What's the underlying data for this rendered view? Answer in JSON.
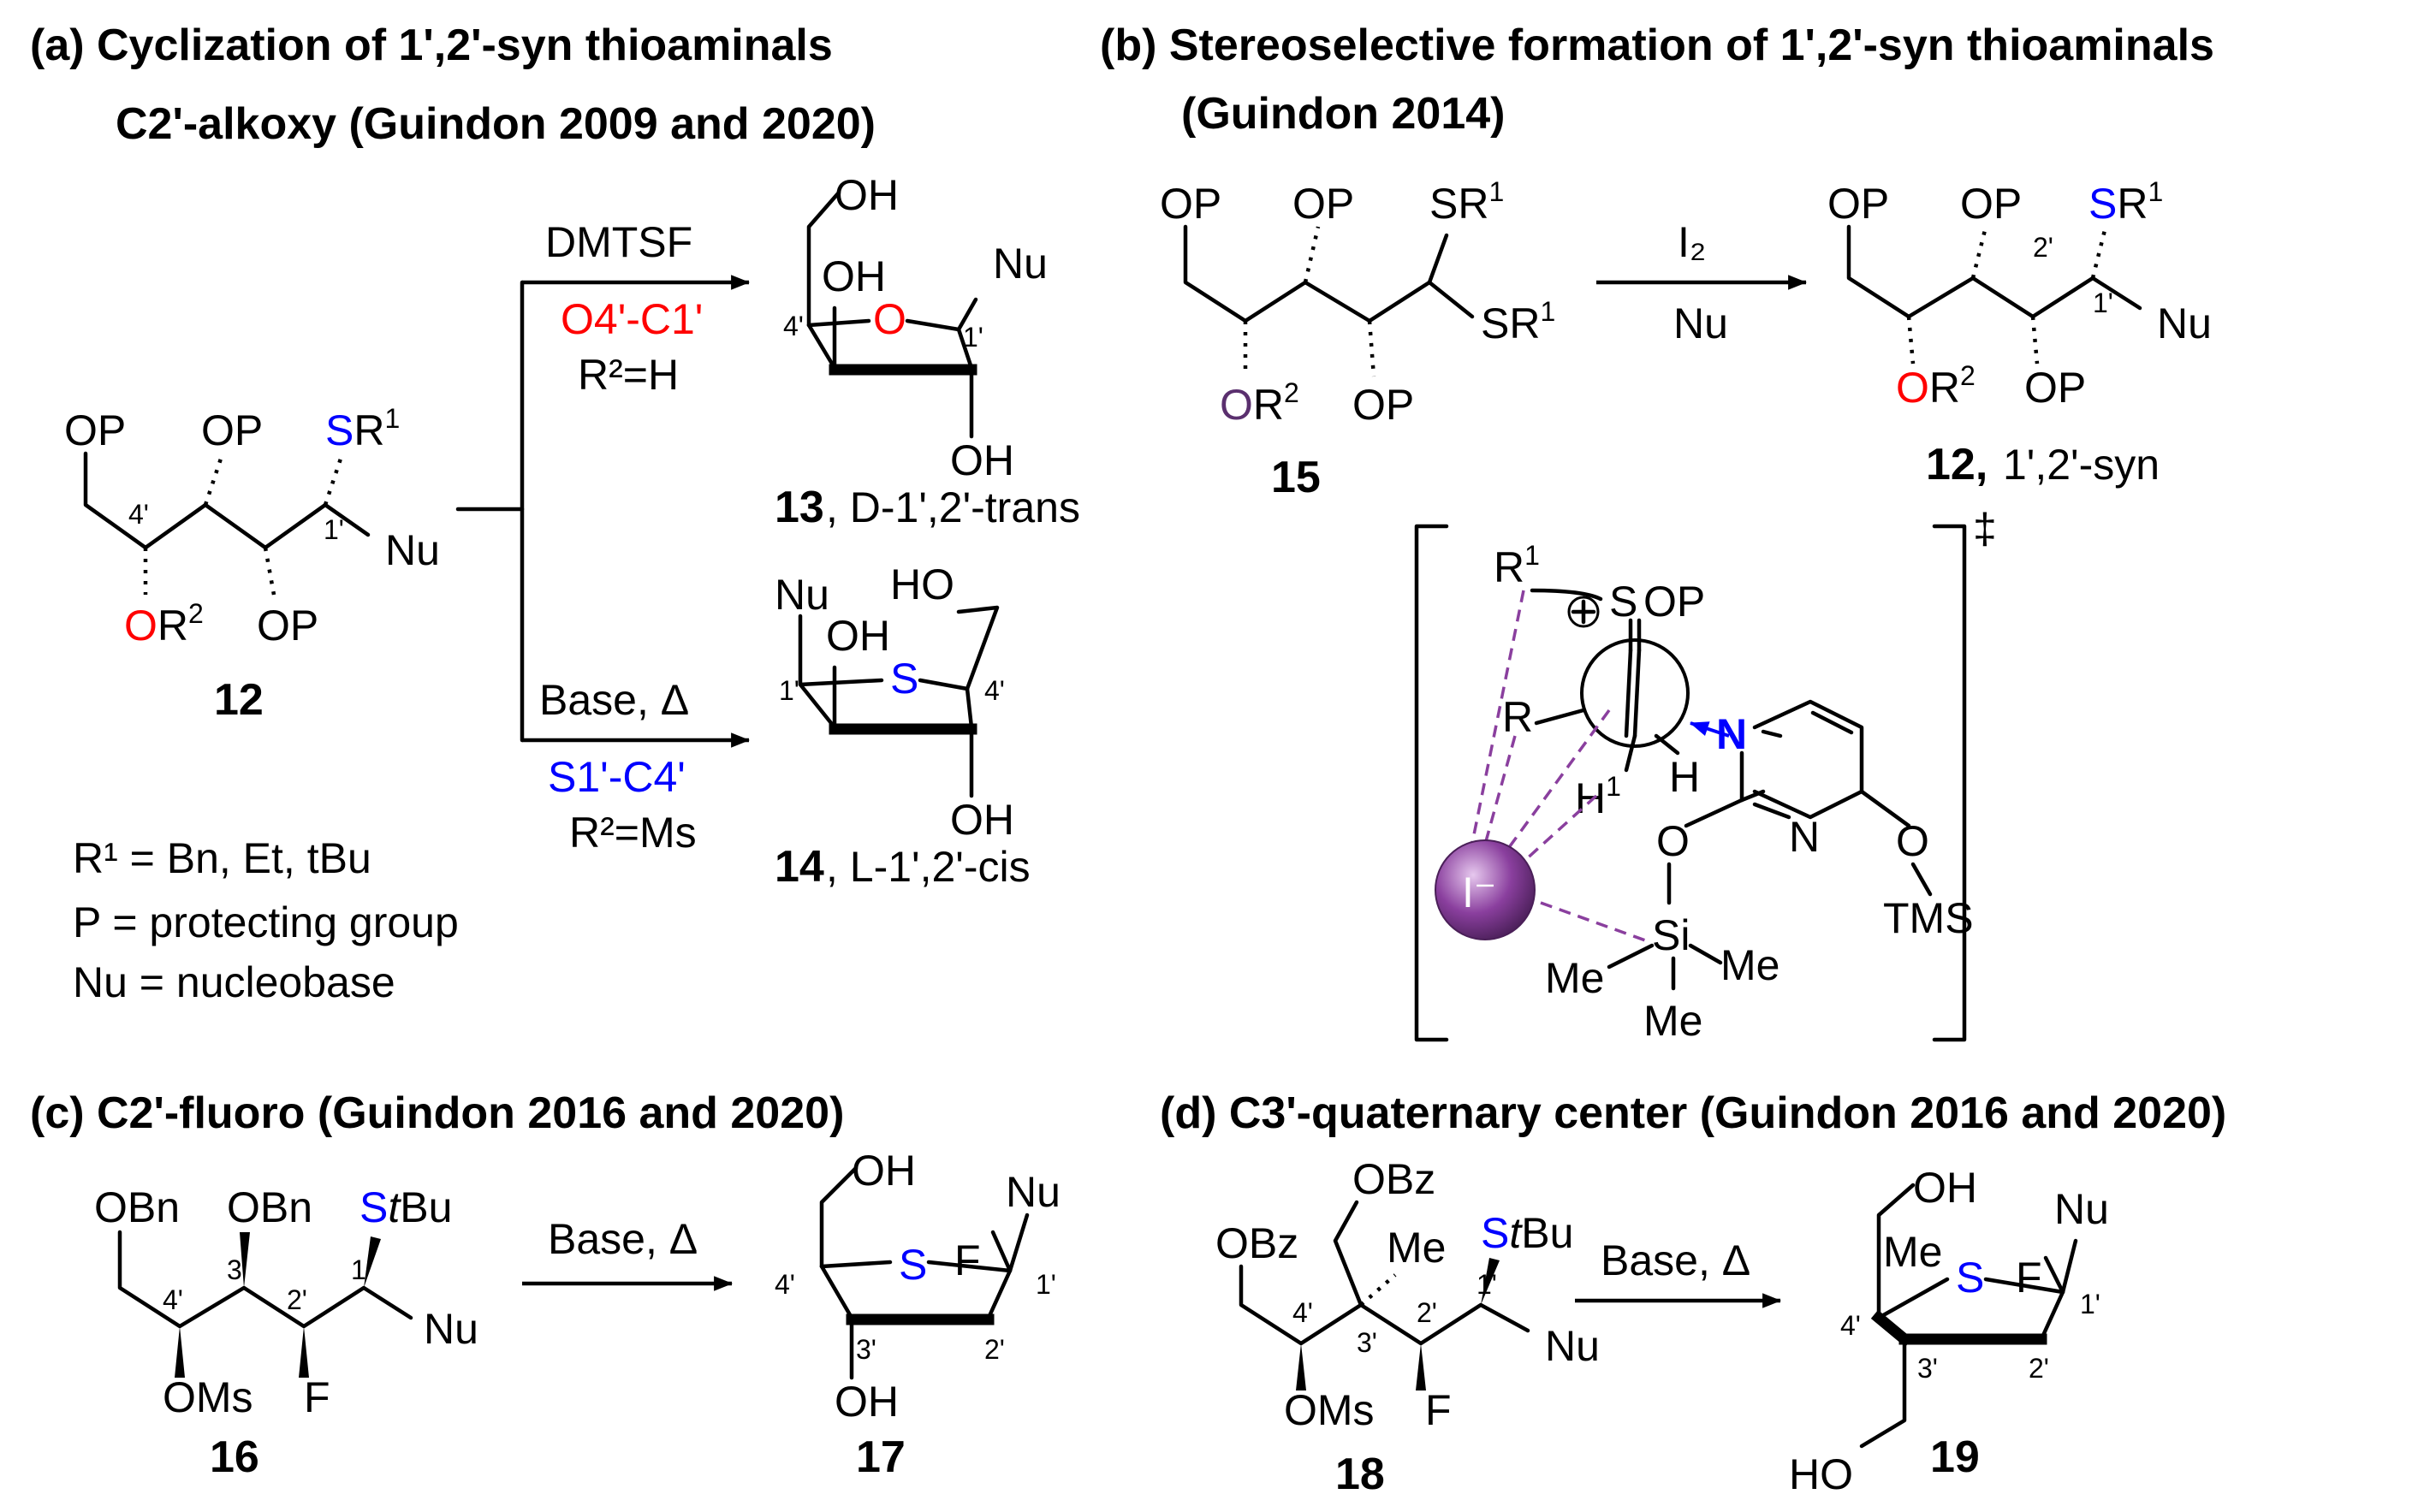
{
  "colors": {
    "red": "#ff0000",
    "blue": "#0000ff",
    "purple": "#5a2f6e",
    "iodide": "#8a3f9e"
  },
  "panels": {
    "a": {
      "title_1": "(a) Cyclization of 1',2'-syn thioaminals",
      "title_2": "C2'-alkoxy (Guindon 2009 and 2020)",
      "upper_reagent": "DMTSF",
      "upper_bond": "O4'-C1'",
      "upper_condition": "R²=H",
      "lower_reagent": "Base, Δ",
      "lower_bond": "S1'-C4'",
      "lower_condition": "R²=Ms",
      "sm_label": "12",
      "p13_label": "13",
      "p13_text": ", D-1',2'-trans",
      "p14_label": "14",
      "p14_text": ", L-1',2'-cis",
      "legend": [
        "R¹ = Bn, Et, tBu",
        "P = protecting group",
        "Nu = nucleobase"
      ]
    },
    "b": {
      "title_1": "(b) Stereoselective formation of 1',2'-syn thioaminals",
      "title_2": "(Guindon 2014)",
      "reagent_top": "I₂",
      "reagent_bottom": "Nu",
      "sm_label": "15",
      "product_label": "12,",
      "product_text": "1',2'-syn",
      "ts_mark": "‡",
      "iodide": "I⁻"
    },
    "c": {
      "title": "(c) C2'-fluoro (Guindon 2016 and 2020)",
      "reagent": "Base, Δ",
      "sm_label": "16",
      "product_label": "17"
    },
    "d": {
      "title": "(d) C3'-quaternary center (Guindon 2016 and 2020)",
      "reagent": "Base, Δ",
      "sm_label": "18",
      "product_label": "19"
    }
  }
}
